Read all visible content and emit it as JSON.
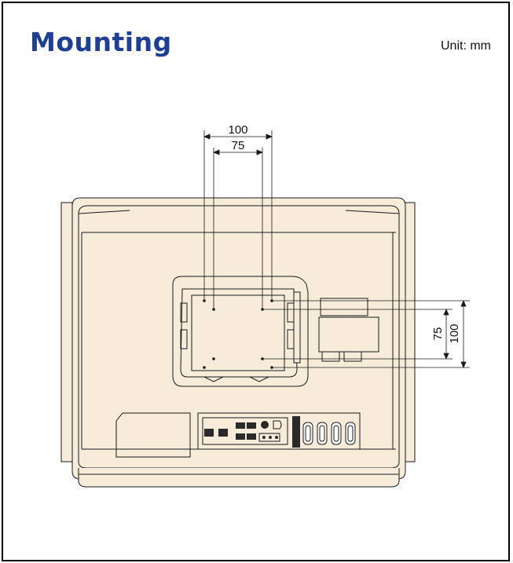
{
  "header": {
    "title": "Mounting",
    "unit": "Unit: mm"
  },
  "dimensions": {
    "horizontal_outer": "100",
    "horizontal_inner": "75",
    "vertical_inner": "75",
    "vertical_outer": "100"
  },
  "colors": {
    "title": "#1d3f95",
    "device_fill": "#f6ecd9",
    "line": "#1a1a1a"
  }
}
